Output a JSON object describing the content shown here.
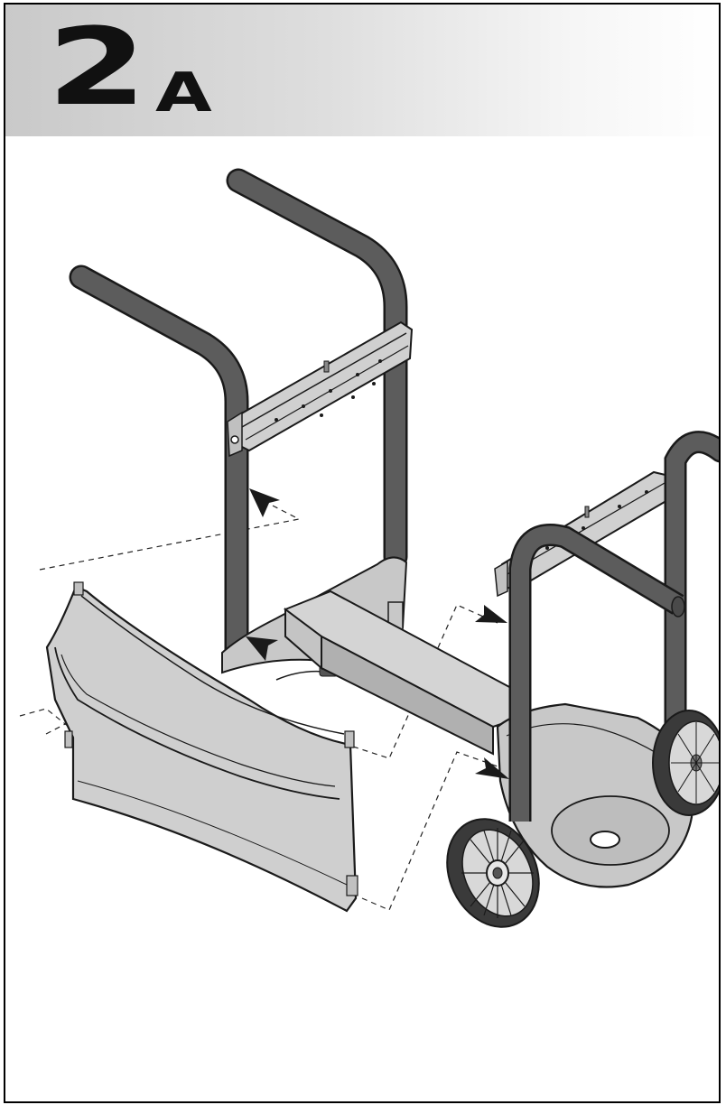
{
  "header": {
    "step_number": "2",
    "step_letter": "A"
  },
  "colors": {
    "tube": "#5c5c5c",
    "part_fill": "#c8c8c8",
    "outline": "#1a1a1a",
    "header_gradient_start": "#c9c9c9",
    "header_gradient_end": "#ffffff"
  },
  "illustration": {
    "parts": [
      "left-handle-frame",
      "top-bracket",
      "base-connector",
      "cross-tube",
      "front-panel",
      "right-wheel-frame",
      "wheel-left",
      "wheel-right",
      "right-bracket"
    ],
    "icons": [
      "arrow-icon",
      "arrow-icon",
      "arrow-icon",
      "arrow-icon"
    ]
  }
}
